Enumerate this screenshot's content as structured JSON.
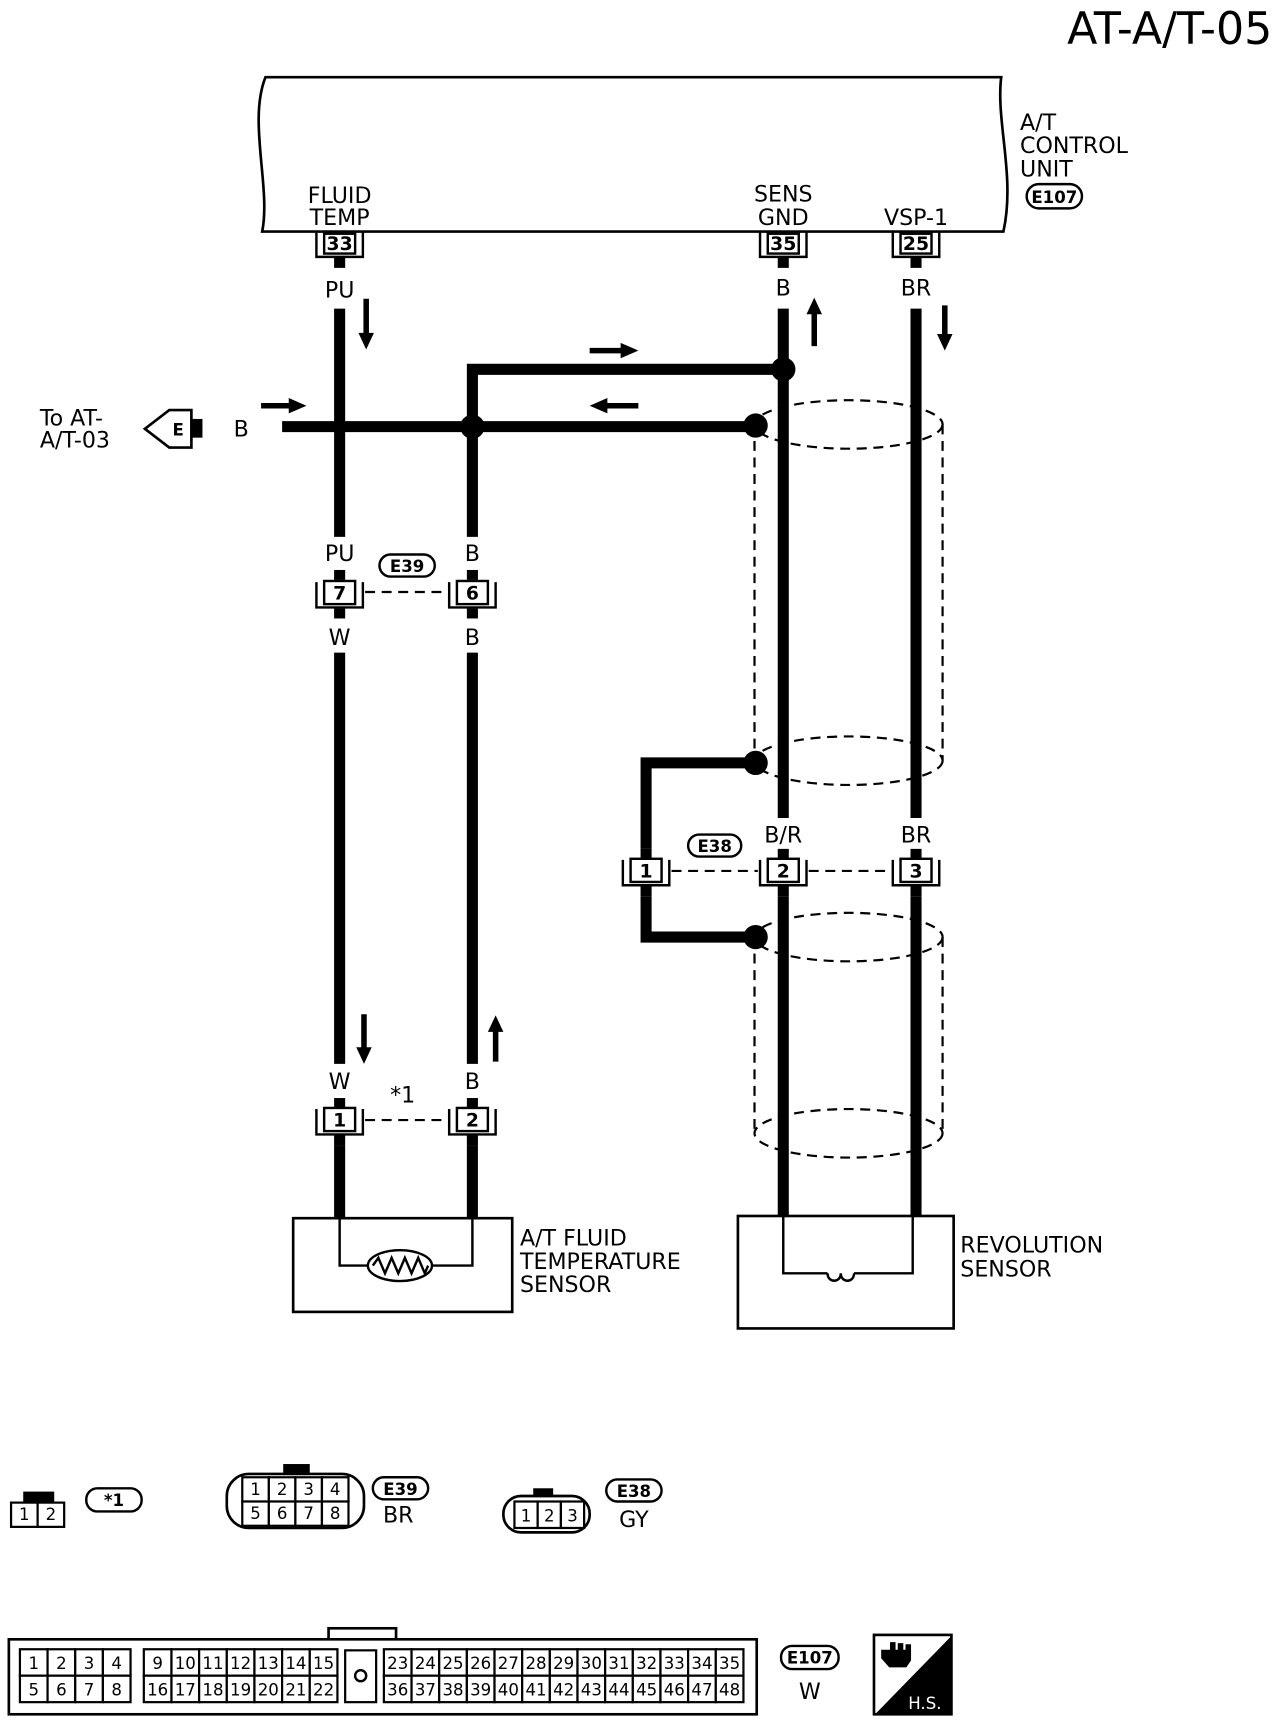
{
  "diagram": {
    "page_code": "AT-A/T-05"
  },
  "control_unit": {
    "name": [
      "A/T",
      "CONTROL",
      "UNIT"
    ],
    "connector_id": "E107",
    "terminals": {
      "fluid_temp": {
        "label": [
          "FLUID",
          "TEMP"
        ],
        "pin": "33",
        "wire_color": "PU"
      },
      "sens_gnd": {
        "label": [
          "SENS",
          "GND"
        ],
        "pin": "35",
        "wire_color": "B"
      },
      "vsp_1": {
        "label": [
          "VSP-1"
        ],
        "pin": "25",
        "wire_color": "BR"
      }
    }
  },
  "ground_branch": {
    "reference": [
      "To AT-",
      "A/T-03"
    ],
    "connector_letter": "E",
    "wire_color": "B"
  },
  "connector_e39": {
    "id": "E39",
    "pin_7": {
      "pin": "7",
      "color_above": "PU",
      "color_below": "W"
    },
    "pin_6": {
      "pin": "6",
      "color_above": "B",
      "color_below": "B"
    }
  },
  "connector_e38": {
    "id": "E38",
    "pin_1": {
      "pin": "1"
    },
    "pin_2": {
      "pin": "2",
      "color_above": "B/R"
    },
    "pin_3": {
      "pin": "3",
      "color_above": "BR"
    }
  },
  "sensor_connector": {
    "id": "*1",
    "pin_1": {
      "pin": "1",
      "color_above": "W"
    },
    "pin_2": {
      "pin": "2",
      "color_above": "B"
    }
  },
  "fluid_temperature_sensor": {
    "name": [
      "A/T FLUID",
      "TEMPERATURE",
      "SENSOR"
    ]
  },
  "revolution_sensor": {
    "name": [
      "REVOLUTION",
      "SENSOR"
    ]
  },
  "connector_views": {
    "sensor_connector": {
      "id": "*1",
      "rows": [
        [
          "1",
          "2"
        ]
      ]
    },
    "e39": {
      "id": "E39",
      "color": "BR",
      "rows": [
        [
          "1",
          "2",
          "3",
          "4"
        ],
        [
          "5",
          "6",
          "7",
          "8"
        ]
      ]
    },
    "e38": {
      "id": "E38",
      "color": "GY",
      "rows": [
        [
          "1",
          "2",
          "3"
        ]
      ]
    },
    "e107": {
      "id": "E107",
      "color": "W",
      "groups": [
        {
          "rows": [
            [
              "1",
              "2",
              "3",
              "4"
            ],
            [
              "5",
              "6",
              "7",
              "8"
            ]
          ]
        },
        {
          "rows": [
            [
              "9",
              "10",
              "11",
              "12",
              "13",
              "14",
              "15"
            ],
            [
              "16",
              "17",
              "18",
              "19",
              "20",
              "21",
              "22"
            ]
          ]
        },
        {
          "rows": [
            [
              "23",
              "24",
              "25",
              "26",
              "27",
              "28",
              "29",
              "30",
              "31",
              "32",
              "33",
              "34",
              "35"
            ],
            [
              "36",
              "37",
              "38",
              "39",
              "40",
              "41",
              "42",
              "43",
              "44",
              "45",
              "46",
              "47",
              "48"
            ]
          ]
        }
      ]
    }
  },
  "harness_side_badge": {
    "label": "H.S.",
    "icon": "hand-icon"
  },
  "colors": {
    "ink": "#000000",
    "paper": "#ffffff"
  }
}
